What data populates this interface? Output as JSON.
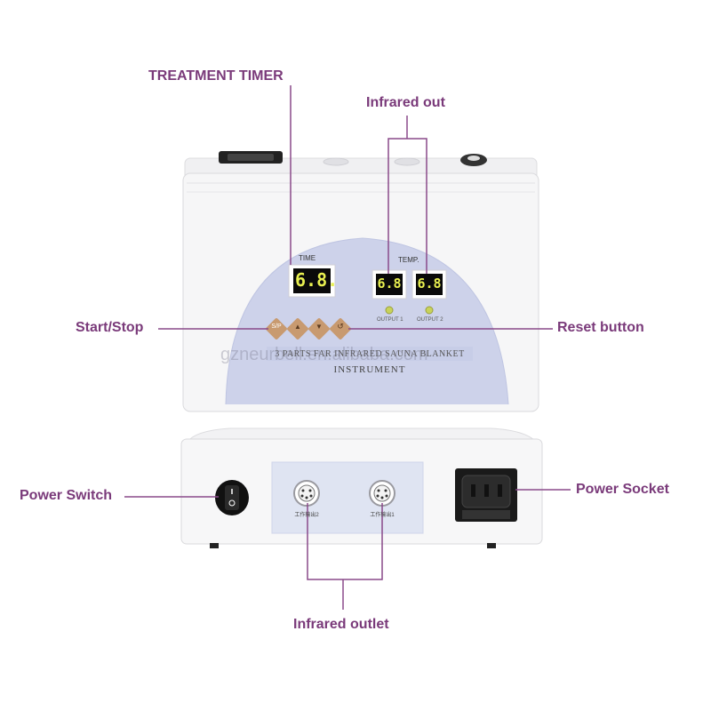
{
  "labels": {
    "treatment_timer": "TREATMENT TIMER",
    "infrared_out": "Infrared out",
    "start_stop": "Start/Stop",
    "reset_button": "Reset button",
    "power_switch": "Power Switch",
    "power_socket": "Power Socket",
    "infrared_outlet": "Infrared outlet"
  },
  "panel": {
    "time_label": "TIME",
    "temp_label": "TEMP.",
    "time_display": "6.8.",
    "temp1_display": "6.8",
    "temp2_display": "6.8",
    "output1_label": "OUTPUT 1",
    "output2_label": "OUTPUT 2",
    "buttons": [
      "S/P",
      "▲",
      "▼",
      "↺"
    ],
    "device_name_line1": "3 PARTS FAR INFRARED SAUNA BLANKET",
    "device_name_line2": "INSTRUMENT"
  },
  "rear": {
    "port1_label": "工作输出2",
    "port2_label": "工作输出1"
  },
  "watermark": "gzneurbell.en.alibaba.com",
  "colors": {
    "callout_text": "#7a3a7a",
    "leader_line": "#8a4a8a",
    "led_digits": "#e8f050",
    "panel_blue": "#c9cfe8",
    "button_brown": "#c89a70"
  }
}
